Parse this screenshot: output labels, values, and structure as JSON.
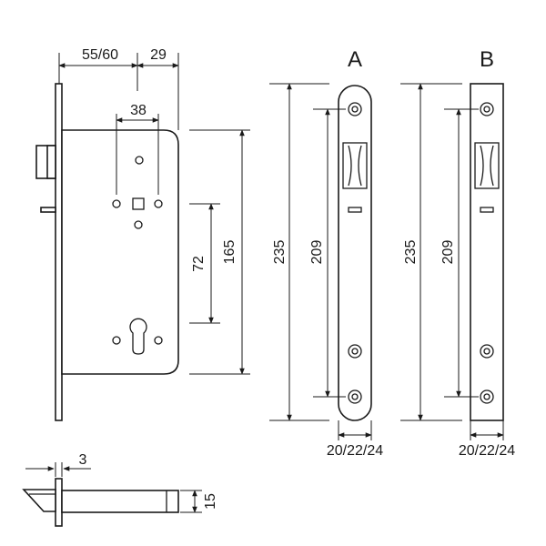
{
  "front": {
    "backset": "55/60",
    "face_to_edge": "29",
    "hole_spacing": "38",
    "handle_to_cylinder": "72",
    "case_height": "165"
  },
  "strike_a": {
    "label": "A",
    "height": "235",
    "hole_span": "209",
    "width": "20/22/24"
  },
  "strike_b": {
    "label": "B",
    "height": "235",
    "hole_span": "209",
    "width": "20/22/24"
  },
  "side": {
    "thickness": "3",
    "height": "15"
  }
}
